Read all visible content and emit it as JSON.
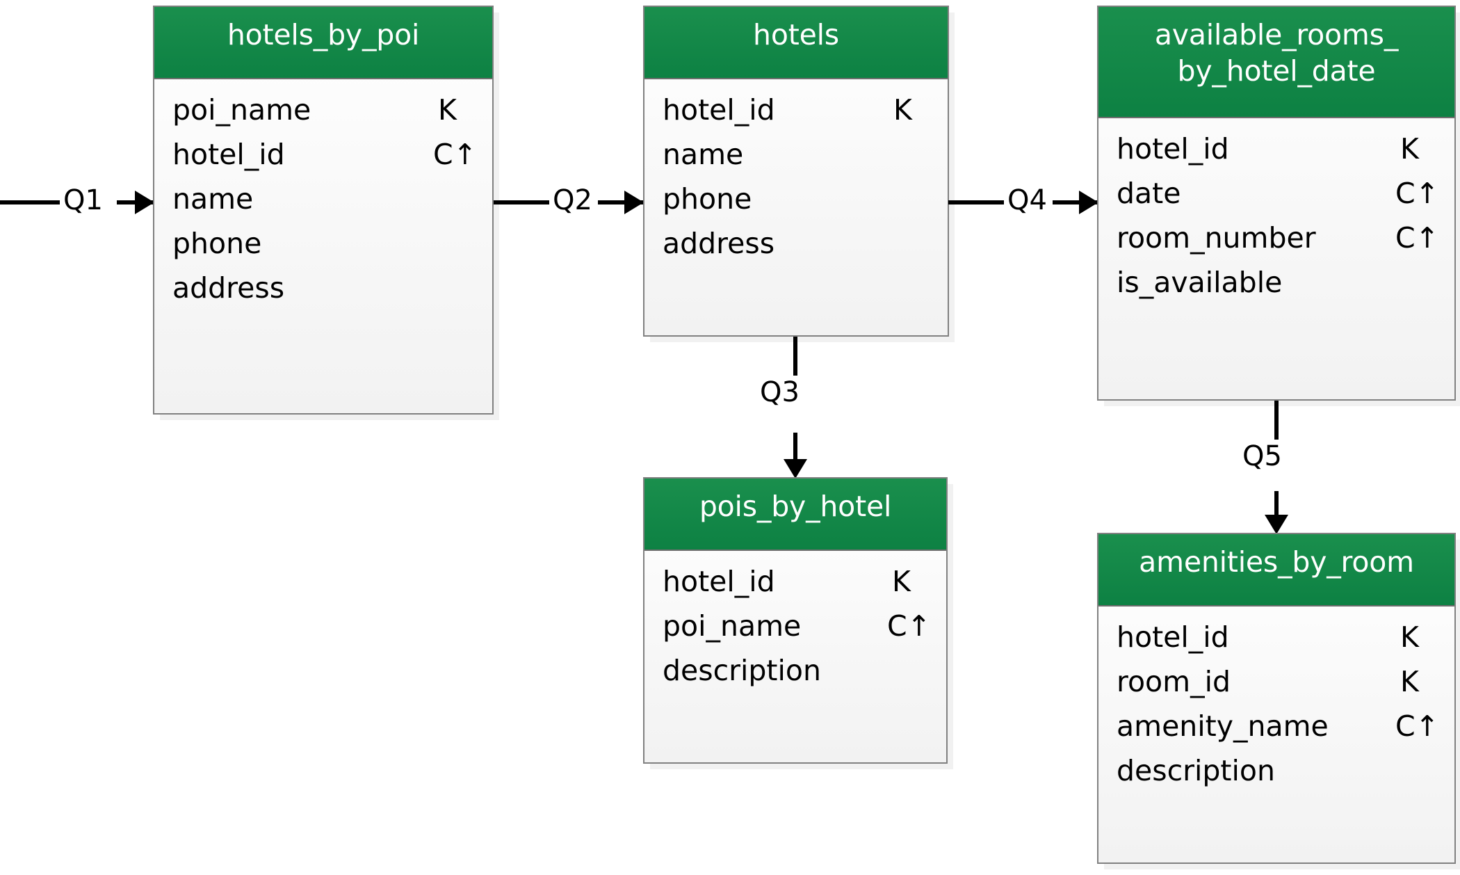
{
  "diagram": {
    "kind": "cassandra-logical-data-model",
    "colors": {
      "header_green": "#0f8a45",
      "body_gray": "#f2f2f2",
      "border_gray": "#808080",
      "text_black": "#000000",
      "header_text": "#ffffff"
    },
    "key_legend": {
      "partition_key": "K",
      "clustering_asc": "C↑"
    }
  },
  "tables": [
    {
      "id": "hotels_by_poi",
      "title": "hotels_by_poi",
      "fields": [
        {
          "name": "poi_name",
          "key": "K"
        },
        {
          "name": "hotel_id",
          "key": "C↑"
        },
        {
          "name": "name",
          "key": ""
        },
        {
          "name": "phone",
          "key": ""
        },
        {
          "name": "address",
          "key": ""
        }
      ]
    },
    {
      "id": "hotels",
      "title": "hotels",
      "fields": [
        {
          "name": "hotel_id",
          "key": "K"
        },
        {
          "name": "name",
          "key": ""
        },
        {
          "name": "phone",
          "key": ""
        },
        {
          "name": "address",
          "key": ""
        }
      ]
    },
    {
      "id": "available_rooms_by_hotel_date",
      "title": "available_rooms_\nby_hotel_date",
      "fields": [
        {
          "name": "hotel_id",
          "key": "K"
        },
        {
          "name": "date",
          "key": "C↑"
        },
        {
          "name": "room_number",
          "key": "C↑"
        },
        {
          "name": "is_available",
          "key": ""
        }
      ]
    },
    {
      "id": "pois_by_hotel",
      "title": "pois_by_hotel",
      "fields": [
        {
          "name": "hotel_id",
          "key": "K"
        },
        {
          "name": "poi_name",
          "key": "C↑"
        },
        {
          "name": "description",
          "key": ""
        }
      ]
    },
    {
      "id": "amenities_by_room",
      "title": "amenities_by_room",
      "fields": [
        {
          "name": "hotel_id",
          "key": "K"
        },
        {
          "name": "room_id",
          "key": "K"
        },
        {
          "name": "amenity_name",
          "key": "C↑"
        },
        {
          "name": "description",
          "key": ""
        }
      ]
    }
  ],
  "connectors": [
    {
      "id": "q1",
      "label": "Q1",
      "from": "",
      "to": "hotels_by_poi",
      "direction": "right"
    },
    {
      "id": "q2",
      "label": "Q2",
      "from": "hotels_by_poi",
      "to": "hotels",
      "direction": "right"
    },
    {
      "id": "q3",
      "label": "Q3",
      "from": "hotels",
      "to": "pois_by_hotel",
      "direction": "down"
    },
    {
      "id": "q4",
      "label": "Q4",
      "from": "hotels",
      "to": "available_rooms_by_hotel_date",
      "direction": "right"
    },
    {
      "id": "q5",
      "label": "Q5",
      "from": "available_rooms_by_hotel_date",
      "to": "amenities_by_room",
      "direction": "down"
    }
  ]
}
